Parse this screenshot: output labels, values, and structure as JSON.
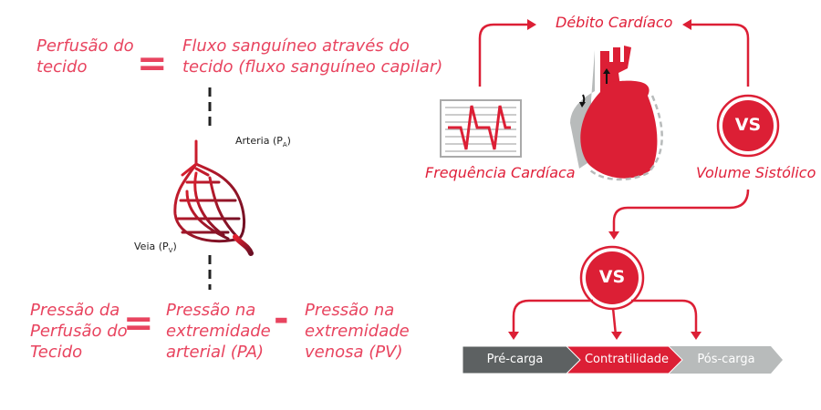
{
  "left": {
    "top_term": [
      "Perfusão do",
      "tecido"
    ],
    "top_equals": "=",
    "top_def": [
      "Fluxo sanguíneo através do",
      "tecido (fluxo sanguíneo capilar)"
    ],
    "artery_label": "Arteria (P",
    "artery_sub": "A",
    "vein_label": "Veia (P",
    "vein_sub": "V",
    "bottom_term": [
      "Pressão da",
      "Perfusão do",
      "Tecido"
    ],
    "bottom_equals": "=",
    "arterial": [
      "Pressão na",
      "extremidade",
      "arterial (PA)"
    ],
    "minus": "-",
    "venous": [
      "Pressão na",
      "extremidade",
      "venosa (PV)"
    ]
  },
  "right": {
    "cardiac_output": "Débito Cardíaco",
    "heart_rate": "Frequência Cardíaca",
    "stroke_volume": "Volume Sistólico",
    "vs_top": "VS",
    "vs_bottom": "VS",
    "steps": [
      "Pré-carga",
      "Contratilidade",
      "Pós-carga"
    ]
  },
  "colors": {
    "pink": "#e8445f",
    "red": "#dc1f35",
    "dark": "#5d6162",
    "gray": "#b8bbbb"
  }
}
